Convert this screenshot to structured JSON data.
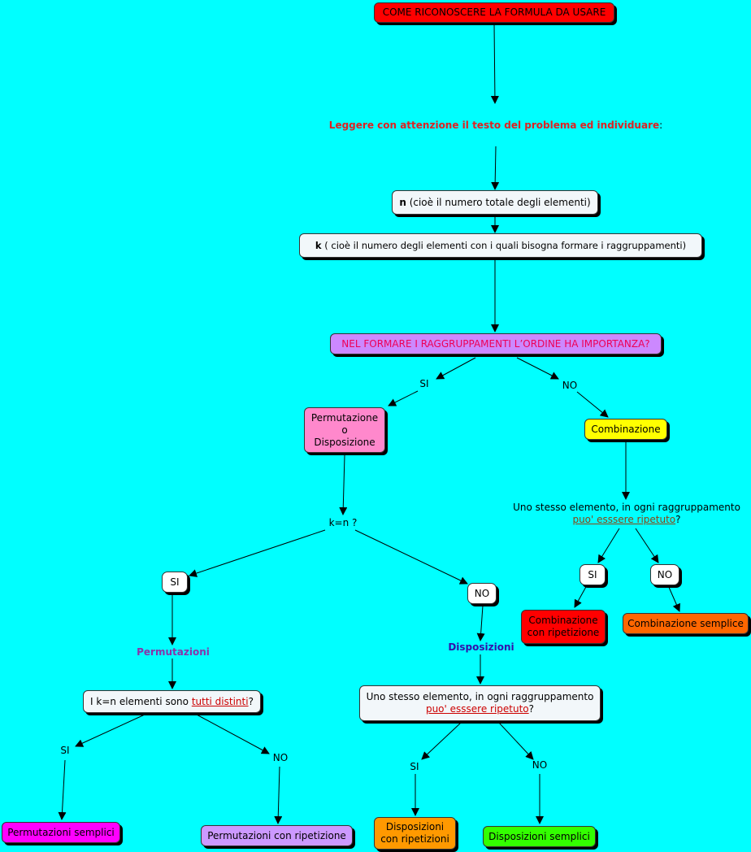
{
  "title": "COME RICONOSCERE LA FORMULA DA USARE",
  "intro": "Leggere con attenzione il testo del problema ed individuare",
  "intro_colon": ":",
  "n_bold": "n",
  "n_text": " (cioè il numero totale degli elementi)",
  "k_bold": "k",
  "k_text": " ( cioè il numero degli elementi con i quali bisogna formare i raggruppamenti)",
  "question_order": "NEL FORMARE I RAGGRUPPAMENTI L’ORDINE HA IMPORTANZA?",
  "si": "SI",
  "no": "NO",
  "perm_disp_1": "Permutazione",
  "perm_disp_2": "o",
  "perm_disp_3": "Disposizione",
  "combinazione": "Combinazione",
  "kn_question": "k=n ?",
  "permutazioni": "Permutazioni",
  "disposizioni": "Disposizioni",
  "repeat_q_1": "Uno stesso elemento, in ogni raggruppamento",
  "repeat_q_link": "puo' esssere ripetuto",
  "repeat_q_link_comb": " puo' esssere ripetuto",
  "repeat_q_end": "?",
  "distinct_q_pre": "I k=n elementi sono ",
  "distinct_q_link": "tutti distinti",
  "distinct_q_end": "?",
  "comb_rip_1": "Combinazione",
  "comb_rip_2": "con ripetizione",
  "comb_semplice": "Combinazione semplice",
  "perm_semplici": "Permutazioni semplici",
  "perm_ripetizione": "Permutazioni con ripetizione",
  "disp_rip_1": "Disposizioni",
  "disp_rip_2": "con ripetizioni",
  "disp_semplici": "Disposizioni semplici",
  "colors": {
    "title_box": "#ff0000",
    "order_box": "#cc88ff",
    "perm_disp_box": "#ff88cc",
    "comb_box": "#ffff00",
    "comb_rip_box": "#ff0000",
    "comb_semplice_box": "#ff6600",
    "perm_semplici_box": "#ff00ff",
    "perm_rip_box": "#cc99ff",
    "disp_rip_box": "#ff9900",
    "disp_semplici_box": "#33ff00"
  }
}
